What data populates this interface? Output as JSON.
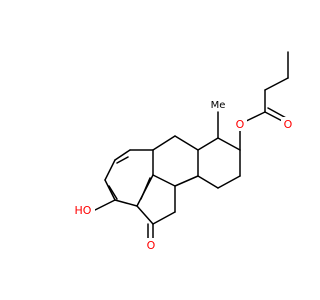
{
  "colors": {
    "bond": "#000000",
    "oxygen": "#ff0000",
    "background": "#ffffff"
  },
  "labels": {
    "hydroxyl": "HO",
    "ketone_oxygen": "O",
    "ester_oxygen": "O",
    "carbonyl_oxygen": "O",
    "methyl": "Me"
  }
}
